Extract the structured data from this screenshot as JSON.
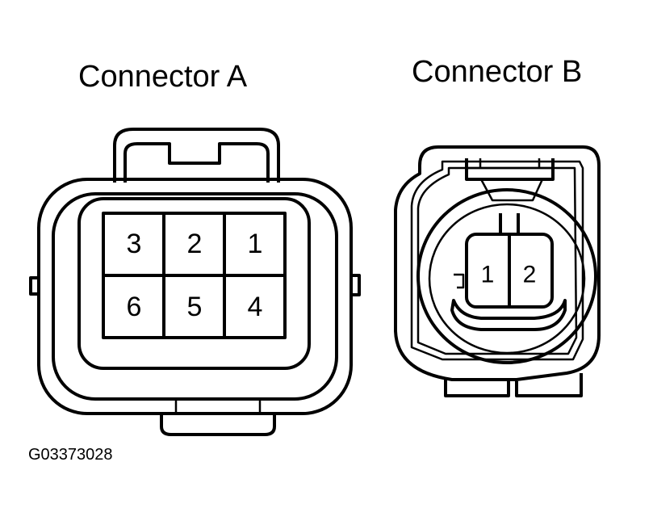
{
  "connector_a": {
    "title": "Connector A",
    "pins": [
      "3",
      "2",
      "1",
      "6",
      "5",
      "4"
    ]
  },
  "connector_b": {
    "title": "Connector B",
    "pins": [
      "1",
      "2"
    ]
  },
  "figure_id": "G03373028"
}
